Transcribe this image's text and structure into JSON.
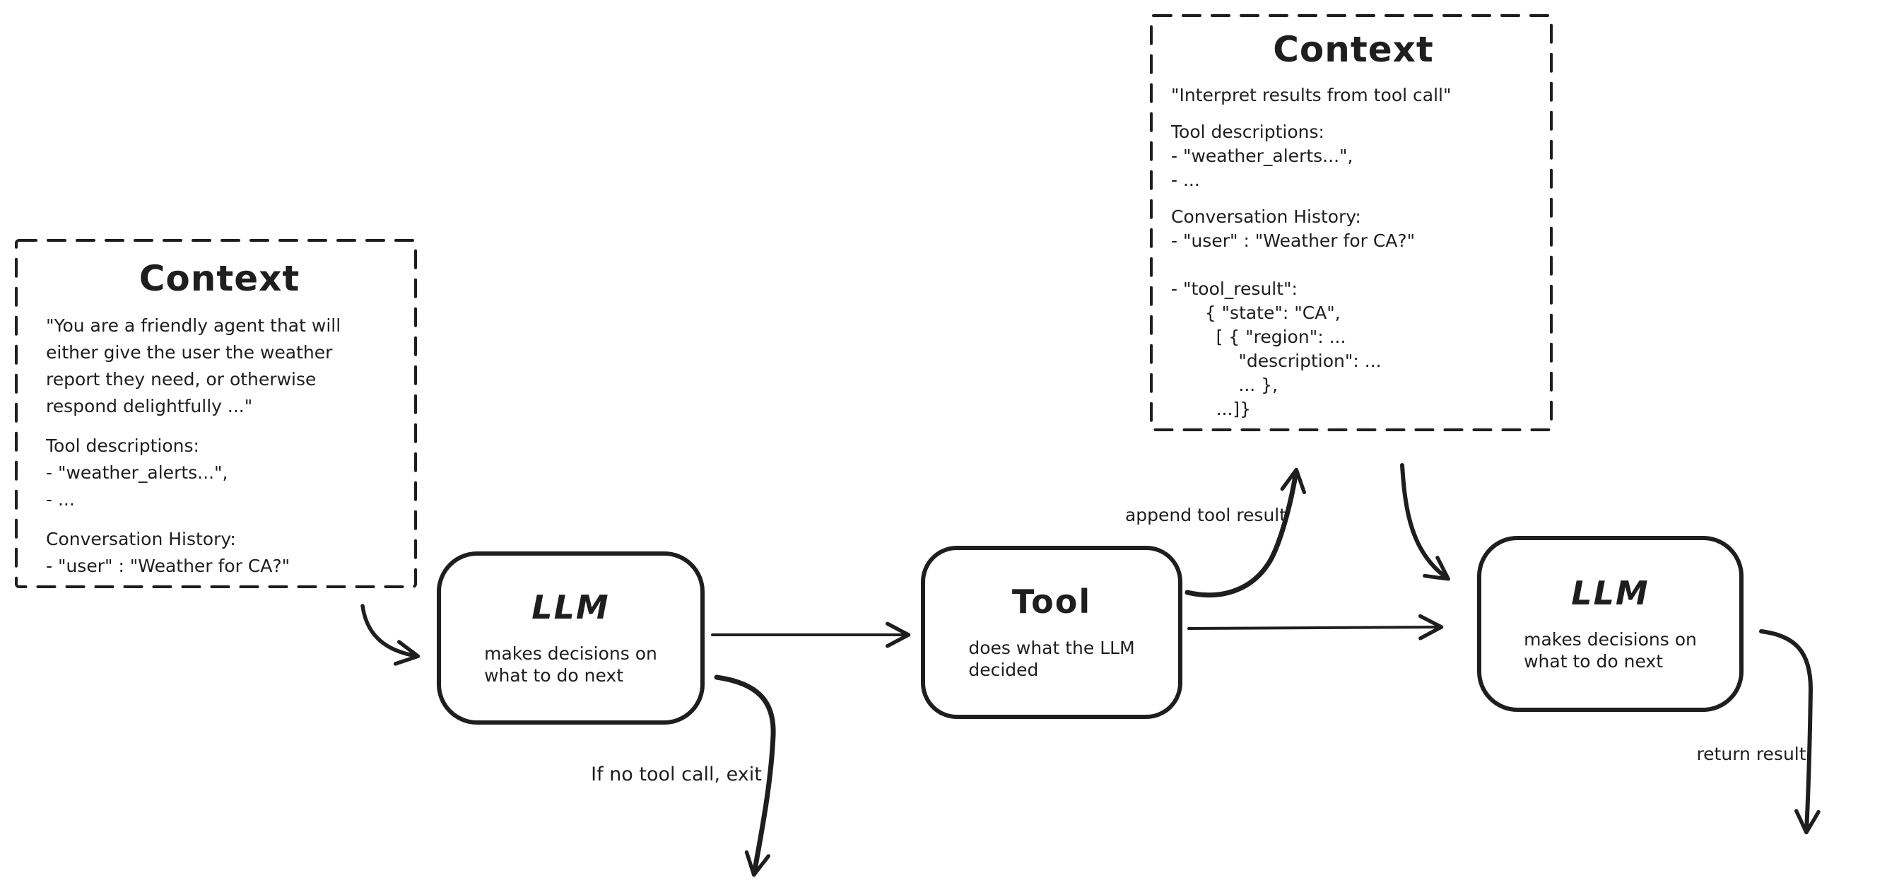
{
  "colors": {
    "ink": "#1e1e1e",
    "background": "#ffffff"
  },
  "context_left": {
    "title": "Context",
    "prompt": "\"You are a friendly agent that will\neither give the user the weather\nreport they need, or otherwise\nrespond delightfully ...\"",
    "tools": "Tool descriptions:\n- \"weather_alerts...\",\n- ...",
    "history": "Conversation History:\n- \"user\" : \"Weather for CA?\""
  },
  "context_top": {
    "title": "Context",
    "prompt": "\"Interpret results from tool call\"",
    "tools": "Tool descriptions:\n- \"weather_alerts...\",\n- ...",
    "history": "Conversation History:\n- \"user\" : \"Weather for CA?\"\n\n- \"tool_result\":\n      { \"state\": \"CA\",\n        [ { \"region\": ...\n            \"description\": ...\n            ... },\n        ...]}"
  },
  "nodes": {
    "llm1": {
      "title": "LLM",
      "subtitle": "makes decisions on\nwhat to do next"
    },
    "tool": {
      "title": "Tool",
      "subtitle": "does what the LLM\ndecided"
    },
    "llm2": {
      "title": "LLM",
      "subtitle": "makes decisions on\nwhat to do next"
    }
  },
  "edge_labels": {
    "append_tool_result": "append tool result",
    "if_no_tool_call_exit": "If no tool call, exit",
    "return_result": "return result"
  }
}
